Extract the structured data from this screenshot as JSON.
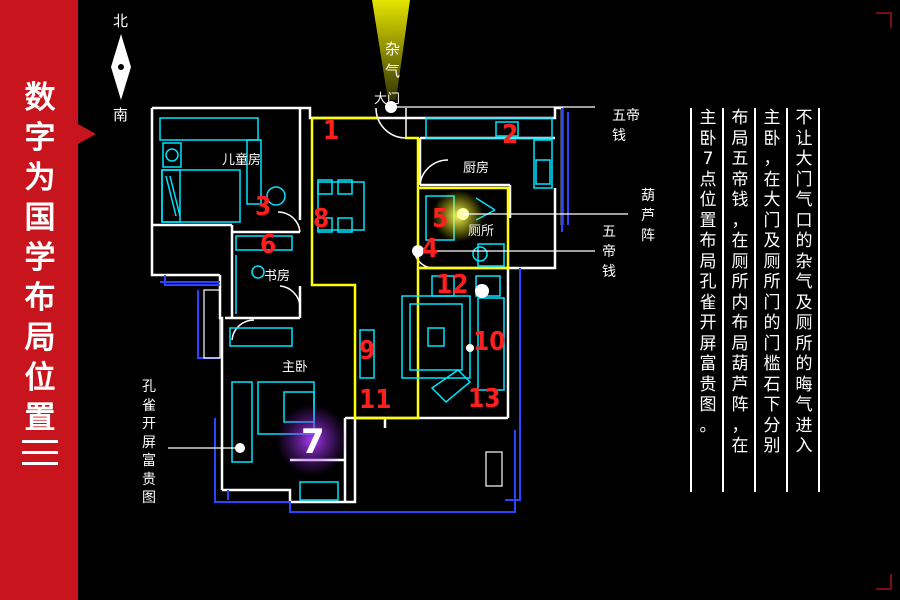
{
  "sidebar": {
    "title_chars": [
      "数",
      "字",
      "为",
      "国",
      "学",
      "布",
      "局",
      "位",
      "置"
    ],
    "mark_icon": "triple-bar-icon"
  },
  "compass": {
    "north": "北",
    "south": "南"
  },
  "labels": {
    "za_qi": [
      "杂",
      "气"
    ],
    "da_men": "大门",
    "er_tong_fang": "儿童房",
    "chu_fang": "厨房",
    "ce_suo": "厕所",
    "shu_fang": "书房",
    "zhu_wo": "主卧",
    "wu_di_qian_top": [
      "五帝",
      "钱"
    ],
    "hu_lu_zhen": [
      "葫",
      "芦",
      "阵"
    ],
    "wu_di_qian_mid": [
      "五",
      "帝",
      "钱"
    ],
    "kong_que": [
      "孔",
      "雀",
      "开",
      "屏",
      "富",
      "贵",
      "图"
    ]
  },
  "numbers": [
    "1",
    "2",
    "3",
    "4",
    "5",
    "6",
    "7",
    "8",
    "9",
    "10",
    "11",
    "12",
    "13"
  ],
  "description_columns": [
    "不让大门气口的杂气及厕所的晦气进入",
    "主卧，在大门及厕所门的门槛石下分别",
    "布局五帝钱，在厕所内布局葫芦阵，在",
    "主卧7点位置布局孔雀开屏富贵图。"
  ],
  "colors": {
    "sidebar": "#c8141c",
    "wall": "#ffffff",
    "zone": "#ffff00",
    "furniture": "#00e5ff",
    "number": "#ff1f1f",
    "highlight": "#9b2bd6"
  }
}
